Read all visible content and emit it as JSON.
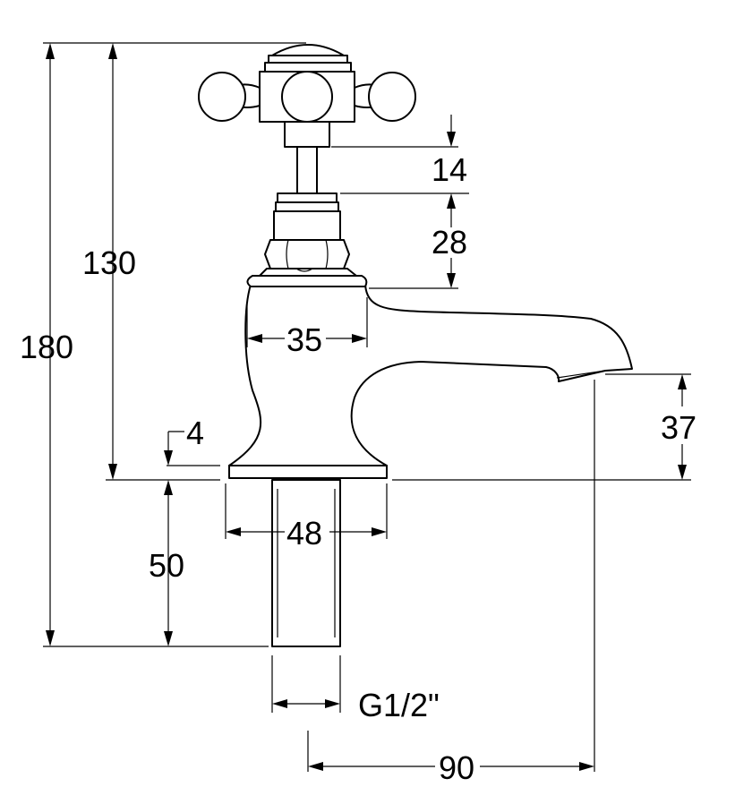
{
  "drawing": {
    "title": "",
    "dimensions": {
      "overall_height": "180",
      "handle_height": "130",
      "base_thickness": "4",
      "shank_length": "50",
      "spindle_length": "14",
      "headgear_length": "28",
      "body_width": "35",
      "base_width": "48",
      "spout_height": "37",
      "thread_size": "G1/2\"",
      "spout_reach": "90"
    },
    "colors": {
      "line": "#000000",
      "background": "#ffffff"
    }
  }
}
